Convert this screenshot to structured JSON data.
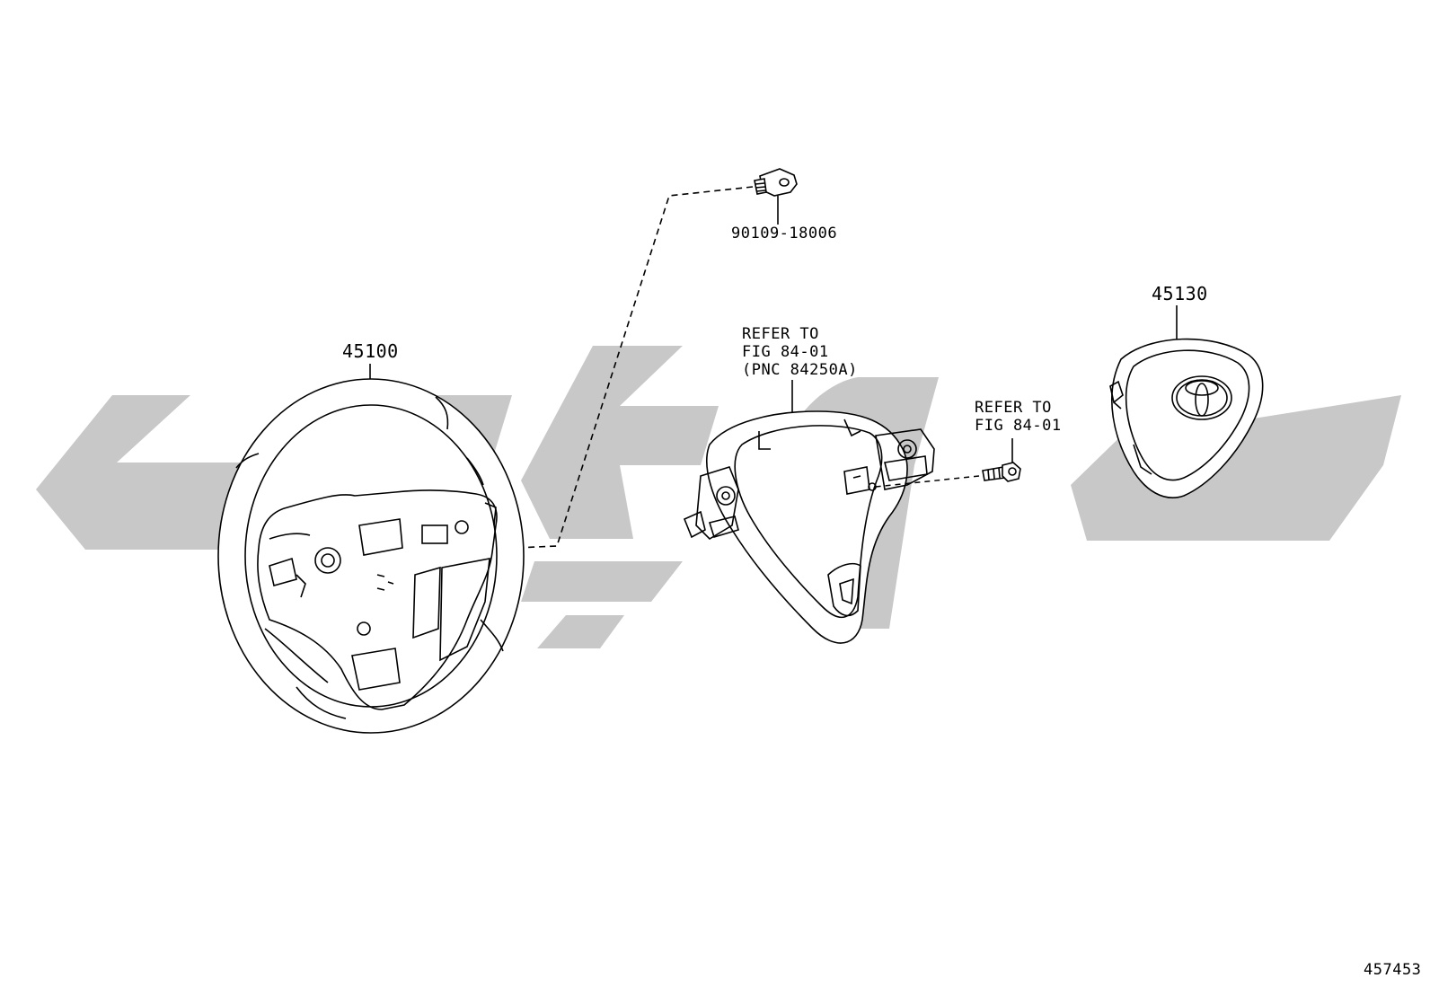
{
  "watermark": {
    "color": "#c8c8c8"
  },
  "parts": {
    "steering_wheel": {
      "part_no": "45100"
    },
    "bolt": {
      "part_no": "90109-18006"
    },
    "airbag": {
      "part_no": "45130"
    },
    "switch_assembly": {
      "ref_lines": [
        "REFER TO",
        "FIG 84-01",
        "(PNC 84250A)"
      ]
    },
    "screw": {
      "ref_lines": [
        "REFER TO",
        "FIG 84-01"
      ]
    }
  },
  "illustration_id": "457453",
  "line_color": "#000000"
}
